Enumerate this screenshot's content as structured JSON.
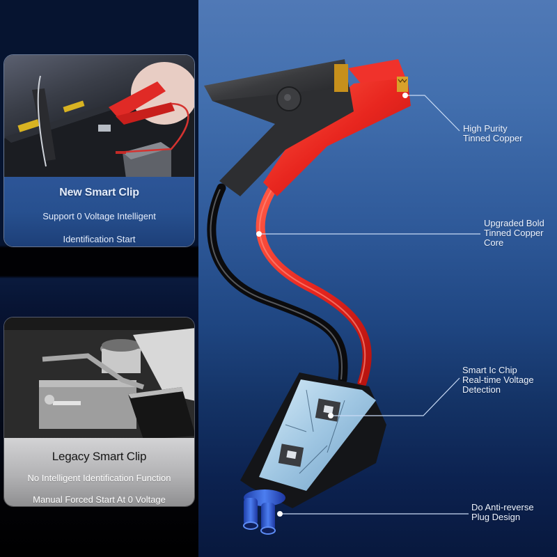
{
  "left_panels": {
    "new_clip": {
      "title": "New Smart Clip",
      "subtitle_line1": "Support 0 Voltage Intelligent",
      "subtitle_line2": "Identification Start",
      "photo": "red-clip-on-battery-photo"
    },
    "legacy_clip": {
      "title": "Legacy Smart Clip",
      "subtitle_line1": "No Intelligent Identification Function",
      "subtitle_line2": "Manual Forced Start At 0 Voltage",
      "photo": "grayscale-engine-bay-battery-photo"
    }
  },
  "callouts": [
    {
      "line1": "High Purity",
      "line2": "Tinned Copper",
      "line3": ""
    },
    {
      "line1": "Upgraded Bold",
      "line2": "Tinned Copper",
      "line3": "Core"
    },
    {
      "line1": "Smart Ic Chip",
      "line2": "Real-time Voltage",
      "line3": "Detection"
    },
    {
      "line1": "Do Anti-reverse",
      "line2": "Plug Design",
      "line3": ""
    }
  ],
  "colors": {
    "background_top": "#5079b6",
    "background_bottom": "#08183d",
    "red_clip": "#e8261f",
    "black_clip": "#3a3b3e",
    "connector_blue": "#2f5fd8",
    "callout_line": "#c9dbf5"
  }
}
